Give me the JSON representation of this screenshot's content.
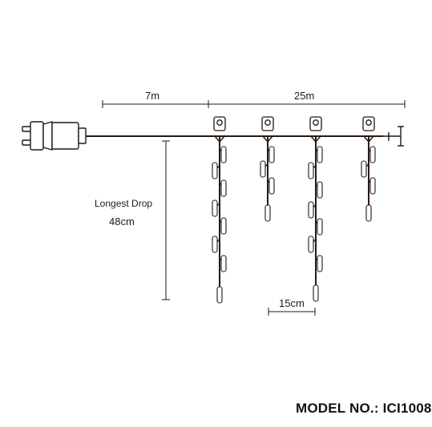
{
  "dimensions": {
    "lead_length": "7m",
    "lit_length": "25m",
    "drop_spacing": "15cm"
  },
  "longest_drop": {
    "label": "Longest Drop",
    "value": "48cm"
  },
  "model": {
    "label": "MODEL NO.:",
    "number": "ICI1008"
  },
  "colors": {
    "wire": "#2a1a12",
    "line": "#1a1a1a",
    "bulb_fill": "#ffffff"
  }
}
